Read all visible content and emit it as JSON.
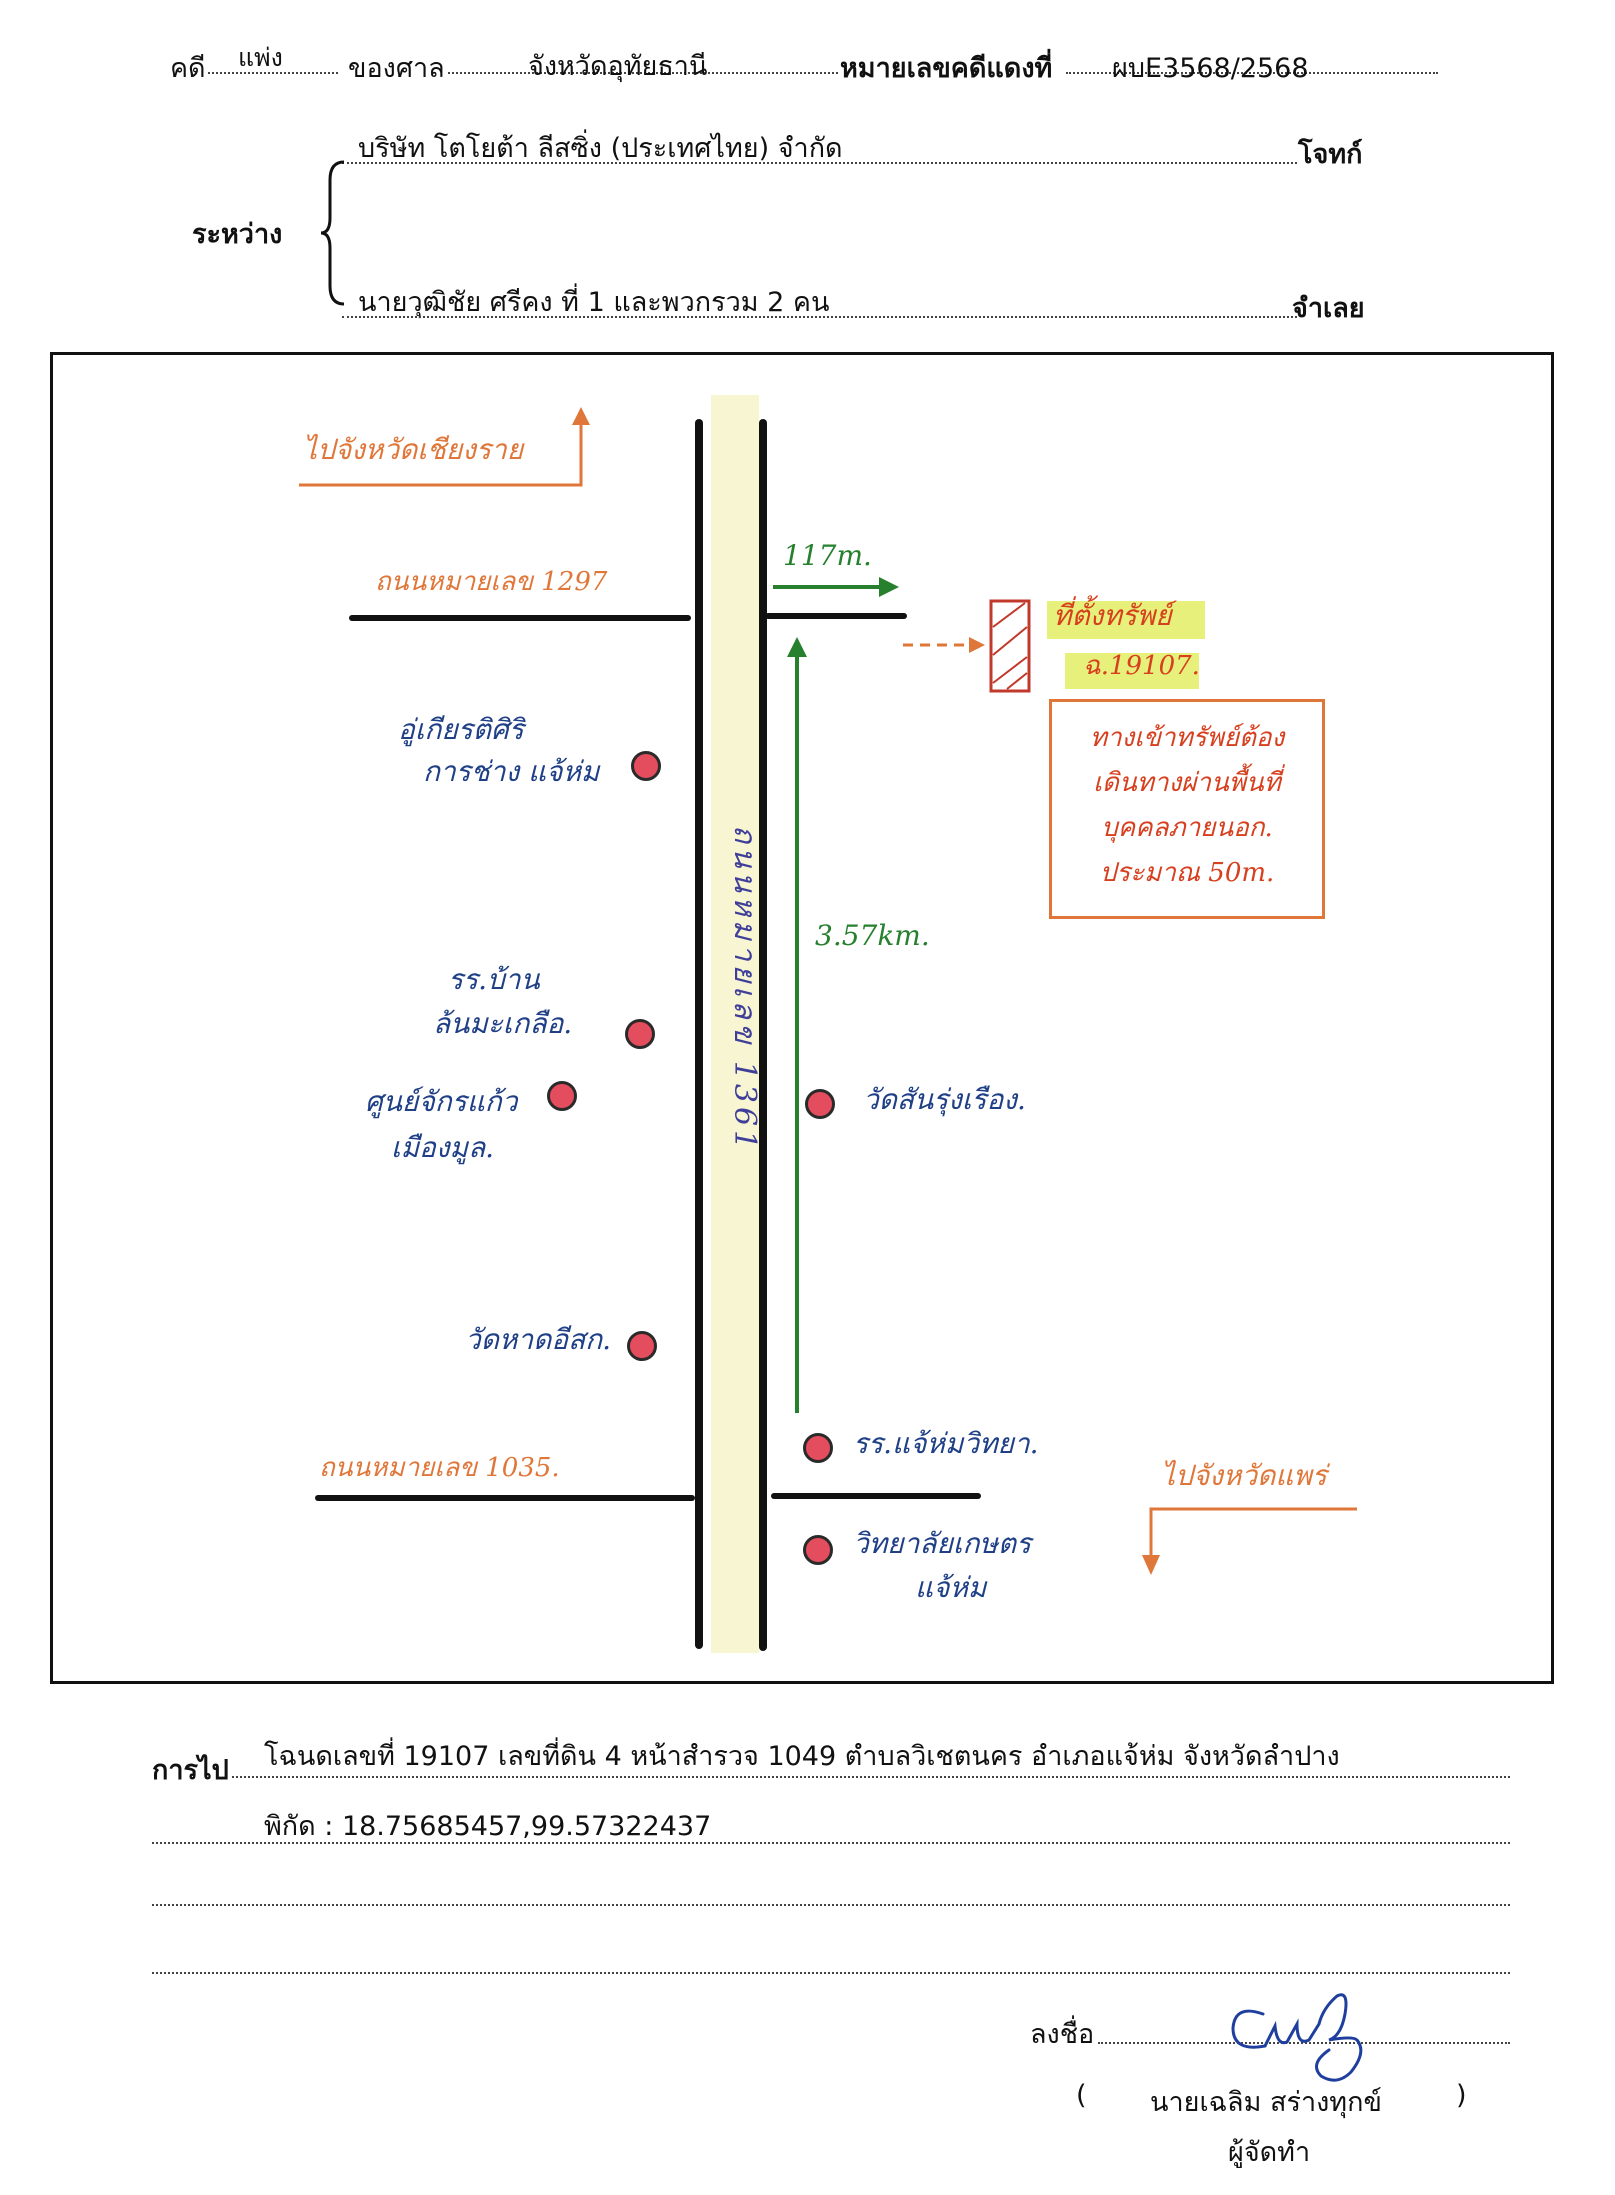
{
  "header": {
    "case_label": "คดี",
    "case_value": "แพ่ง",
    "court_label": "ของศาล",
    "court_value": "จังหวัดอุทัยธานี",
    "red_no_label": "หมายเลขคดีแดงที่",
    "red_no_value": "ผบE3568/2568"
  },
  "parties": {
    "between_label": "ระหว่าง",
    "plaintiff_name": "บริษัท โตโยต้า ลีสซิ่ง (ประเทศไทย) จำกัด",
    "plaintiff_label": "โจทก์",
    "defendant_name": "นายวุฒิชัย ศรีคง ที่ 1 และพวกรวม 2 คน",
    "defendant_label": "จำเลย"
  },
  "map": {
    "to_chiang_rai": "ไปจังหวัดเชียงราย",
    "road_1297": "ถนนหมายเลข 1297",
    "distance_117": "117m.",
    "property_title": "ที่ตั้งทรัพย์",
    "property_deed": "ฉ.19107.",
    "note_lines": [
      "ทางเข้าทรัพย์ต้อง",
      "เดินทางผ่านพื้นที่",
      "บุคคลภายนอก.",
      "ประมาณ 50m."
    ],
    "main_road": "ถนนหมายเลข 1361",
    "distance_357": "3.57km.",
    "landmark_garage": [
      "อู่เกียรติศิริ",
      "การช่าง แจ้ห่ม"
    ],
    "landmark_school_ban": [
      "รร.บ้าน",
      "ล้นมะเกลือ."
    ],
    "landmark_police": [
      "ศูนย์จักรแก้ว",
      "เมืองมูล."
    ],
    "landmark_wat_left": "วัดหาดอีสก.",
    "landmark_wat_right": "วัดสันรุ่งเรือง.",
    "road_1035": "ถนนหมายเลข 1035.",
    "landmark_school_right": "รร.แจ้ห่มวิทยา.",
    "landmark_college": [
      "วิทยาลัยเกษตร",
      "แจ้ห่ม"
    ],
    "to_phrae": "ไปจังหวัดแพร่"
  },
  "directions": {
    "label": "การไป",
    "line1": "โฉนดเลขที่ 19107 เลขที่ดิน 4 หน้าสำรวจ 1049 ตำบลวิเชตนคร อำเภอแจ้ห่ม จังหวัดลำปาง",
    "line2": "พิกัด : 18.75685457,99.57322437"
  },
  "signature": {
    "sign_label": "ลงชื่อ",
    "name": "นายเฉลิม สร่างทุกข์",
    "open_paren": "(",
    "close_paren": ")",
    "role": "ผู้จัดทำ"
  },
  "colors": {
    "orange": "#e0773a",
    "blue": "#1f3f86",
    "green": "#27802e",
    "dot_red": "#e44d5e",
    "highlight_yellow": "#e6f07a",
    "road_fill": "#f7f5d2"
  }
}
